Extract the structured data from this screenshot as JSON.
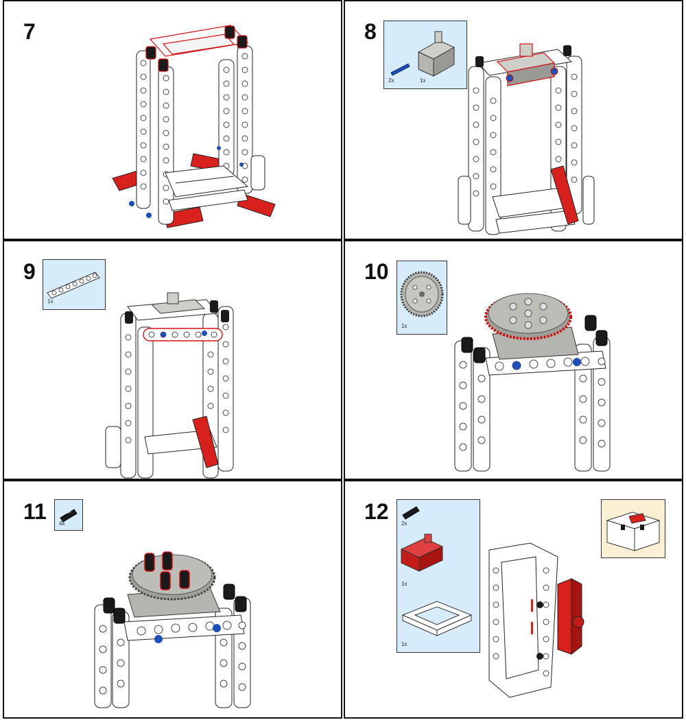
{
  "steps": [
    {
      "number": "7",
      "parts": []
    },
    {
      "number": "8",
      "parts": [
        {
          "name": "blue-axle-pin",
          "qty": "2x"
        },
        {
          "name": "grey-servo-motor",
          "qty": "1x"
        }
      ]
    },
    {
      "number": "9",
      "parts": [
        {
          "name": "white-beam-7",
          "qty": "1x"
        }
      ]
    },
    {
      "number": "10",
      "parts": [
        {
          "name": "grey-gear-40-tooth",
          "qty": "1x"
        }
      ]
    },
    {
      "number": "11",
      "parts": [
        {
          "name": "black-friction-pin",
          "qty": "4x"
        }
      ]
    },
    {
      "number": "12",
      "parts": [
        {
          "name": "black-friction-pin",
          "qty": "2x"
        },
        {
          "name": "red-servo-motor",
          "qty": "1x"
        },
        {
          "name": "white-frame-5x7",
          "qty": "1x"
        }
      ]
    }
  ],
  "colors": {
    "beam": "#ffffff",
    "outline": "#222222",
    "highlight": "#d01010",
    "red_part": "#d8201c",
    "blue_pin": "#1d4fb8",
    "grey_part": "#b5b5b0",
    "black_pin": "#1a1a1a",
    "parts_bg": "#d6ecfa",
    "thumb_bg": "#fbf0d4"
  }
}
